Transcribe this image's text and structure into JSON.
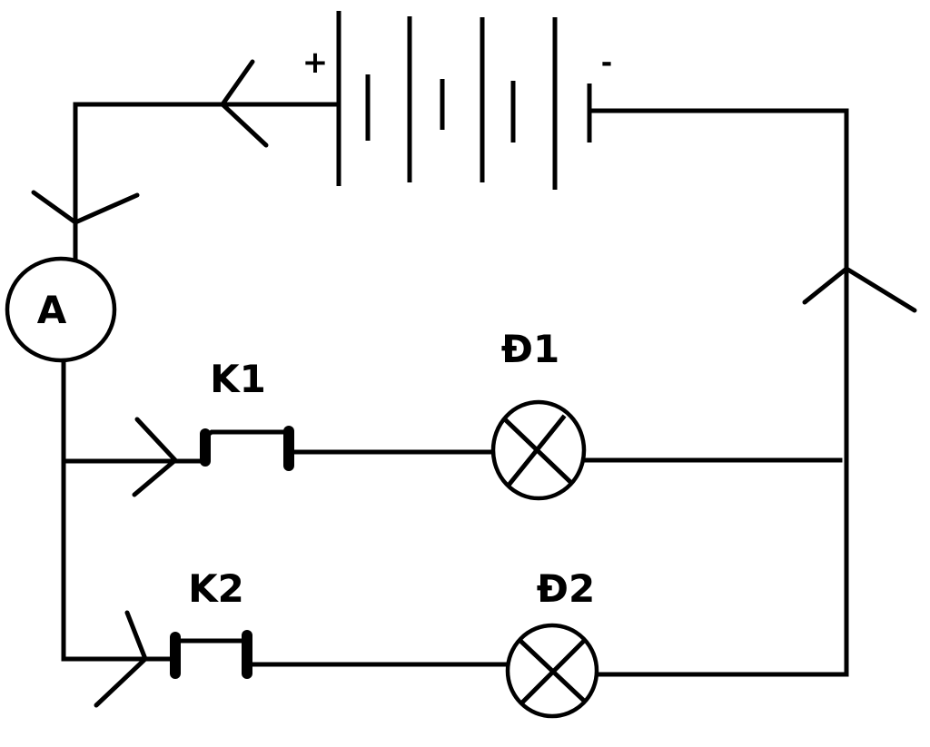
{
  "battery": {
    "positive": "+",
    "negative": "-"
  },
  "ammeter": {
    "symbol": "A"
  },
  "switches": {
    "k1": "K1",
    "k2": "K2"
  },
  "lamps": {
    "d1": "Đ1",
    "d2": "Đ2"
  }
}
